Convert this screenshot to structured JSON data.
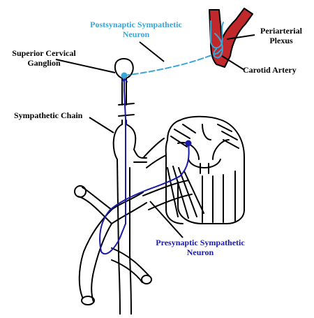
{
  "labels": {
    "postsynaptic_line1": "Postsynaptic Sympathetic",
    "postsynaptic_line2": "Neuron",
    "superior_line1": "Superior Cervical",
    "superior_line2": "Ganglion",
    "sympathetic_chain": "Sympathetic Chain",
    "periarterial_line1": "Periarterial",
    "periarterial_line2": "Plexus",
    "carotid_artery": "Carotid Artery",
    "presynaptic_line1": "Presynaptic Sympathetic",
    "presynaptic_line2": "Neuron"
  },
  "colors": {
    "postsynaptic": "#3aa6d8",
    "presynaptic": "#1a1aa8",
    "artery": "#c0282b",
    "outline": "#000000",
    "background": "#ffffff"
  }
}
